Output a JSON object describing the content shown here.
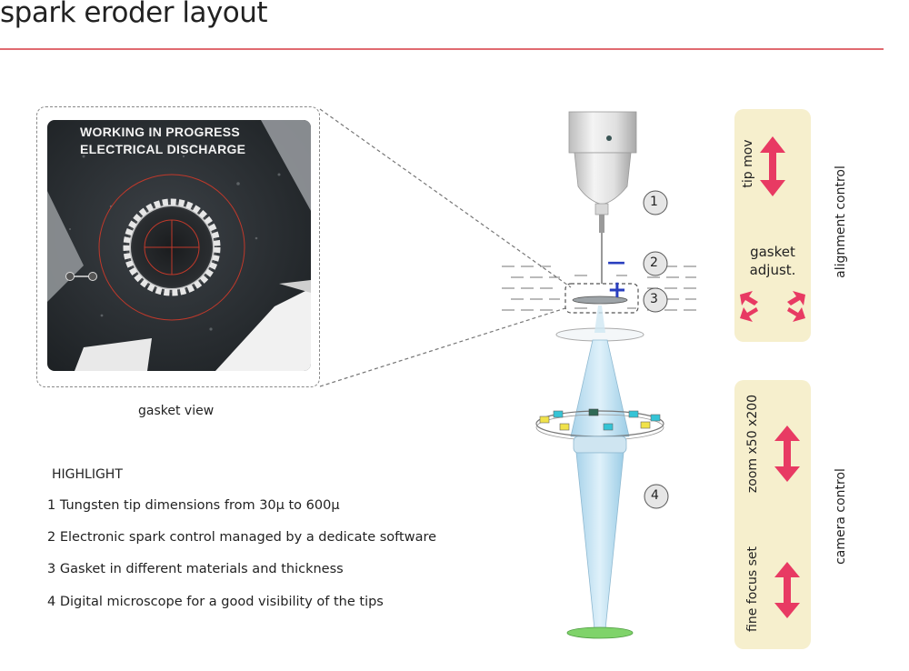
{
  "title": "spark eroder layout",
  "photo": {
    "line1": "WORKING IN PROGRESS",
    "line2": "ELECTRICAL DISCHARGE"
  },
  "caption": "gasket view",
  "highlight": {
    "title": "HIGHLIGHT",
    "items": [
      "1 Tungsten tip dimensions from 30μ to 600μ",
      "2 Electronic spark control managed by a dedicate software",
      "3 Gasket in different materials and thickness",
      "4 Digital microscope for a good visibility of the tips"
    ]
  },
  "markers": [
    "1",
    "2",
    "3",
    "4"
  ],
  "signs": {
    "minus": "—",
    "plus": "+"
  },
  "alignment": {
    "label": "alignment control",
    "tip": "tip mov",
    "gasket_line1": "gasket",
    "gasket_line2": "adjust."
  },
  "camera": {
    "label": "camera control",
    "zoom": "zoom x50 x200",
    "focus": "fine focus set"
  },
  "colors": {
    "accent_red": "#e83a63",
    "rule_red": "#e06a70",
    "panel": "#f6efcd",
    "sign_blue": "#2a3fbf",
    "beam": "#bfe0f0",
    "base_green": "#7fd36a"
  }
}
